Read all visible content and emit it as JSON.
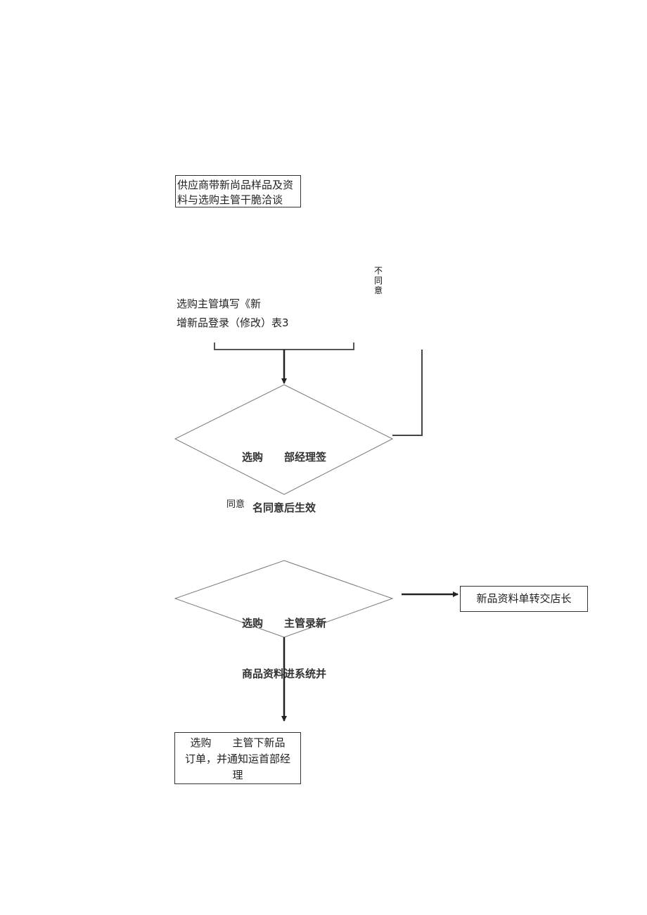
{
  "nodes": {
    "supplier": "供应商带新尚品样品及资料与选购主管干脆洽谈",
    "fill_form_line1": "选购主管填写《新",
    "fill_form_line2": "增新品登录（修改）表3",
    "decision_manager_line1": "选购　　部经理签",
    "decision_manager_line2": "名同意后生效",
    "decision_enter_line1": "选购　　主管录新",
    "decision_enter_line2": "商品资料进系统并",
    "transfer": "新品资料单转交店长",
    "order_line1": "选购　　主管下新品",
    "order_line2": "订单，并通知运首部经",
    "order_line3": "理"
  },
  "edges": {
    "agree": "同意",
    "disagree_char1": "不",
    "disagree_char2": "同",
    "disagree_char3": "意"
  }
}
